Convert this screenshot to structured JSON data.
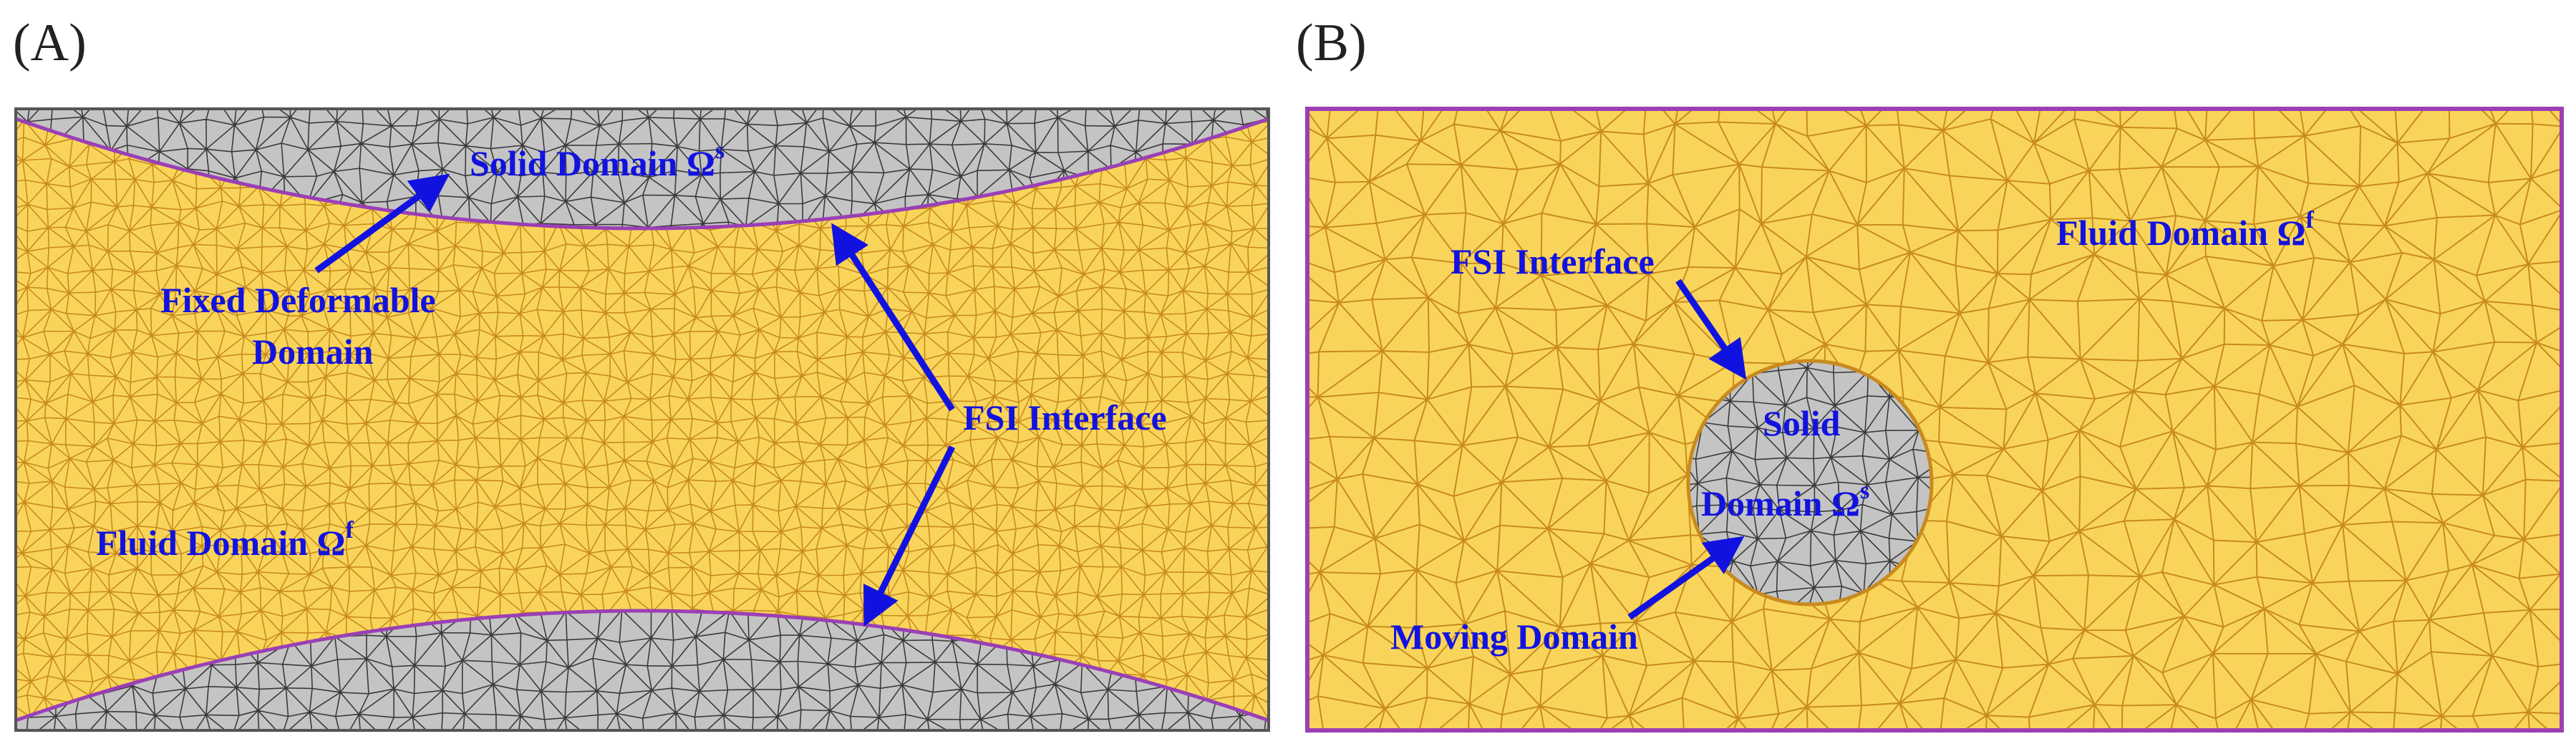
{
  "colors": {
    "fluid_fill": "#f8d55a",
    "fluid_mesh": "#c98a1e",
    "solid_fill": "#c4c4c4",
    "solid_mesh": "#3a3a3a",
    "interface": "#9b3fb5",
    "annotation": "#1212e0"
  },
  "panel_a": {
    "label": "(A)",
    "solid_domain": "Solid Domain Ω",
    "solid_sup": "s",
    "fixed_deformable_line1": "Fixed Deformable",
    "fixed_deformable_line2": "Domain",
    "fsi_interface": "FSI Interface",
    "fluid_domain": "Fluid Domain  Ω",
    "fluid_sup": "f"
  },
  "panel_b": {
    "label": "(B)",
    "fsi_interface": "FSI Interface",
    "fluid_domain": "Fluid Domain  Ω",
    "fluid_sup": "f",
    "solid_line1": "Solid",
    "solid_line2": "Domain Ω",
    "solid_sup": "s",
    "moving_domain": "Moving Domain"
  }
}
